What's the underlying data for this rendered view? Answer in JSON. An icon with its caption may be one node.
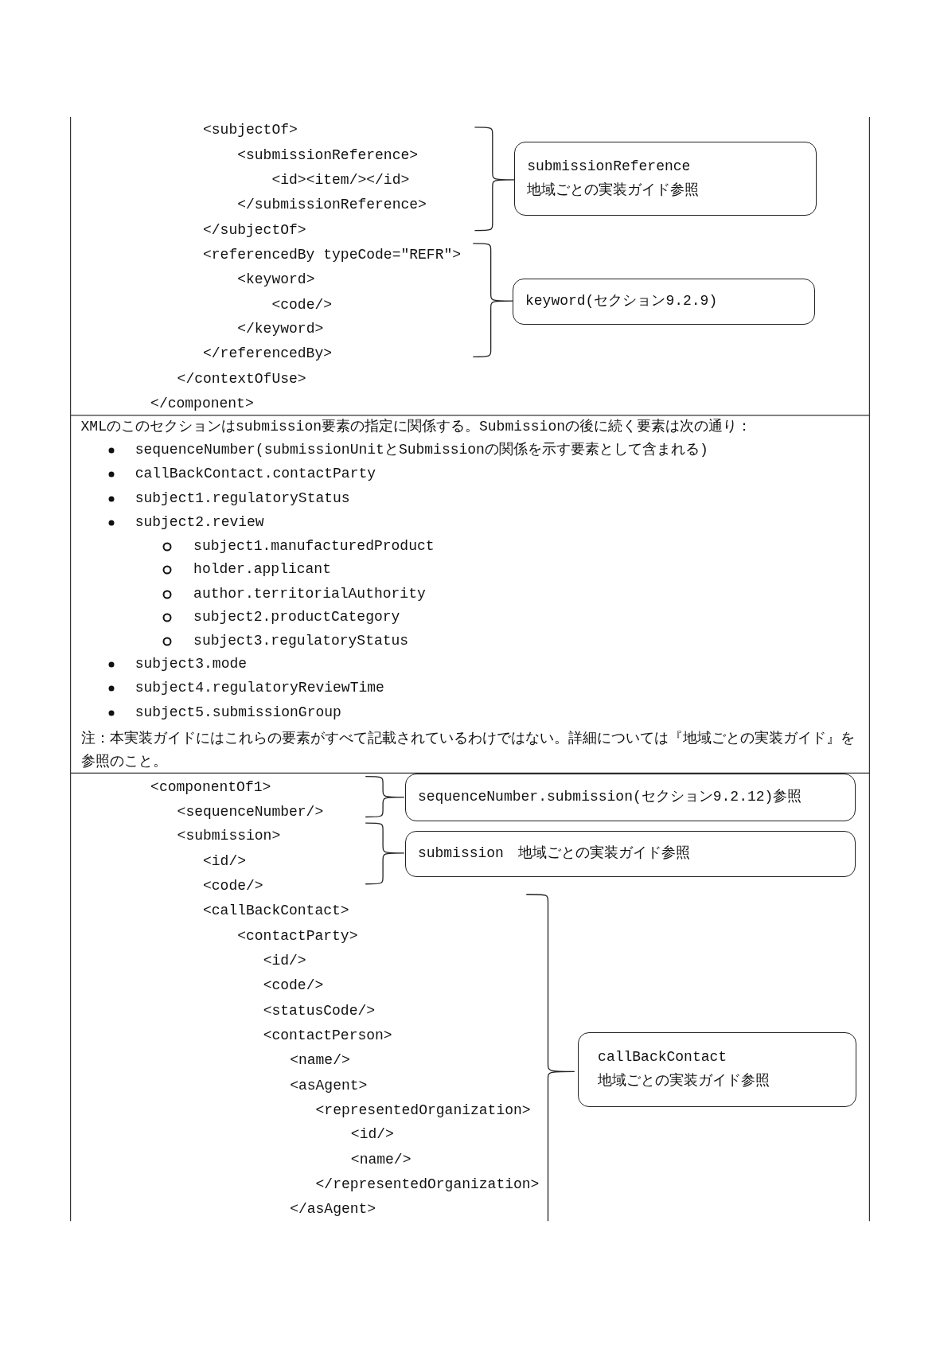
{
  "diagram": {
    "nodes": [
      {
        "text": [
          "submissionReference",
          "地域ごとの実装ガイド参照"
        ]
      },
      {
        "text": [
          "keyword(セクション9.2.9)"
        ]
      },
      {
        "text": [
          "sequenceNumber.submission(セクション9.2.12)参照"
        ]
      },
      {
        "text": [
          "submission　地域ごとの実装ガイド参照"
        ]
      },
      {
        "text": [
          "callBackContact",
          "地域ごとの実装ガイド参照"
        ]
      }
    ],
    "labels": [
      "<subjectOf>",
      "<submissionReference>",
      "<id><item/></id>",
      "</submissionReference>",
      "</subjectOf>",
      "<referencedBy typeCode=\"REFR\">",
      "<keyword>",
      "<code/>",
      "</keyword>",
      "</referencedBy>",
      "</contextOfUse>",
      "</component>",
      "XMLのこのセクションはsubmission要素の指定に関係する。Submissionの後に続く要素は次の通り：",
      "sequenceNumber(submissionUnitとSubmissionの関係を示す要素として含まれる)",
      "callBackContact.contactParty",
      "subject1.regulatoryStatus",
      "subject2.review",
      "subject1.manufacturedProduct",
      "holder.applicant",
      "author.territorialAuthority",
      "subject2.productCategory",
      "subject3.regulatoryStatus",
      "subject3.mode",
      "subject4.regulatoryReviewTime",
      "subject5.submissionGroup",
      "注：本実装ガイドにはこれらの要素がすべて記載されているわけではない。詳細については『地域ごとの実装ガイド』を参照のこと。",
      "<componentOf1>",
      "<sequenceNumber/>",
      "<submission>",
      "<id/>",
      "<code/>",
      "<callBackContact>",
      "<contactParty>",
      "<id/>",
      "<code/>",
      "<statusCode/>",
      "<contactPerson>",
      "<name/>",
      "<asAgent>",
      "<representedOrganization>",
      "<id/>",
      "<name/>",
      "</representedOrganization>",
      "</asAgent>"
    ]
  }
}
